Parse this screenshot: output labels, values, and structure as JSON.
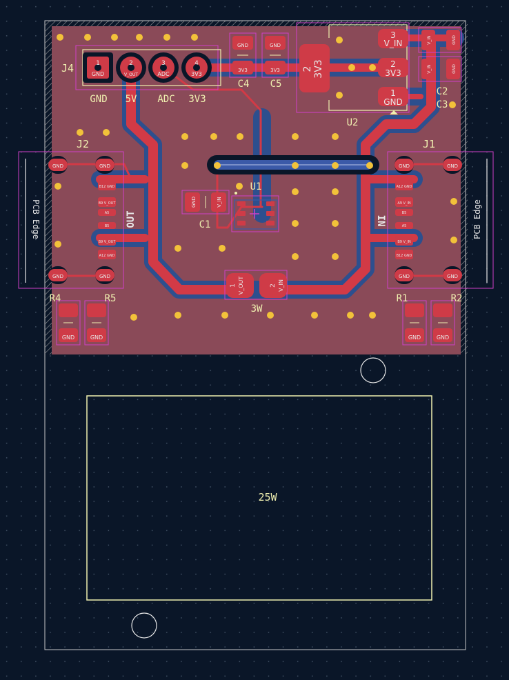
{
  "colors": {
    "background": "#0a1628",
    "grid_dot": "#4a5a6e",
    "copper_fill": "#8a4a58",
    "board_outline": "#c7c7c7",
    "track": "#d23a46",
    "keepout": "#2d4f8e",
    "silkscreen": "#f0f0b0",
    "pad": "#cf3b47",
    "via": "#f2c23a",
    "courtyard": "#d040c8",
    "text_light": "#e8e8e8"
  },
  "connector": {
    "ref": "J4",
    "pins": [
      {
        "num": "1",
        "net": "GND"
      },
      {
        "num": "2",
        "net": "V_OUT"
      },
      {
        "num": "3",
        "net": "ADC"
      },
      {
        "num": "4",
        "net": "3V3"
      }
    ],
    "silk_labels": [
      "GND",
      "5V",
      "ADC",
      "3V3"
    ]
  },
  "caps": {
    "c4": {
      "ref": "C4",
      "pin1": "3V3",
      "pin2": "GND"
    },
    "c5": {
      "ref": "C5",
      "pin1": "3V3",
      "pin2": "GND"
    },
    "c1": {
      "ref": "C1",
      "pin1": "V_IN",
      "pin2": "GND"
    },
    "c2": {
      "ref": "C2",
      "pin1": "V_IN",
      "pin2": "GND"
    },
    "c3": {
      "ref": "C3",
      "pin1": "V_IN",
      "pin2": "GND"
    }
  },
  "regulator": {
    "ref": "U2",
    "pins": [
      {
        "num": "3",
        "net": "V_IN"
      },
      {
        "num": "2",
        "net": "3V3"
      },
      {
        "num": "1",
        "net": "GND"
      }
    ],
    "tab_num": "2",
    "tab_net": "3V3"
  },
  "sensor": {
    "ref": "U1"
  },
  "shunt": {
    "ref": "3W",
    "pin1": "V_OUT",
    "pin2": "V_IN",
    "num1": "1",
    "num2": "2"
  },
  "usb_left": {
    "ref": "J2",
    "side_label": "OUT",
    "edge_label": "PCB Edge",
    "pads": [
      "B12 GND",
      "B9 V_OUT",
      "A5",
      "B5",
      "B9 V_OUT",
      "A12 GND"
    ]
  },
  "usb_right": {
    "ref": "J1",
    "side_label": "IN",
    "edge_label": "PCB Edge",
    "pads": [
      "A12 GND",
      "A9 V_IN",
      "B5",
      "A5",
      "B9 V_IN",
      "B12 GND"
    ]
  },
  "resistors": [
    {
      "ref": "R4",
      "pin2": "GND"
    },
    {
      "ref": "R5",
      "pin2": "GND"
    },
    {
      "ref": "R1",
      "pin2": "GND"
    },
    {
      "ref": "R2",
      "pin2": "GND"
    }
  ],
  "pad_gnd_label": "GND",
  "big_resistor_label": "25W"
}
